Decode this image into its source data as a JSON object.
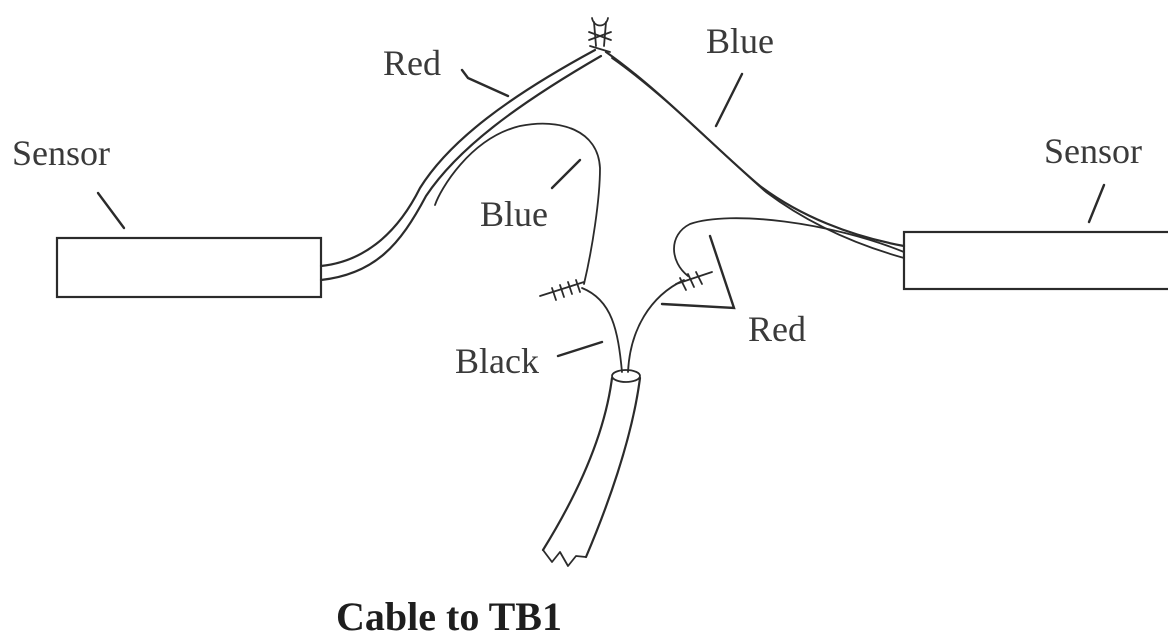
{
  "labels": {
    "sensor_left": "Sensor",
    "sensor_right": "Sensor",
    "red_top": "Red",
    "blue_top": "Blue",
    "blue_middle": "Blue",
    "red_right": "Red",
    "black": "Black"
  },
  "caption": "Cable to TB1",
  "colors": {
    "line": "#2b2b2b",
    "text": "#3a3a3a",
    "background": "#ffffff"
  }
}
